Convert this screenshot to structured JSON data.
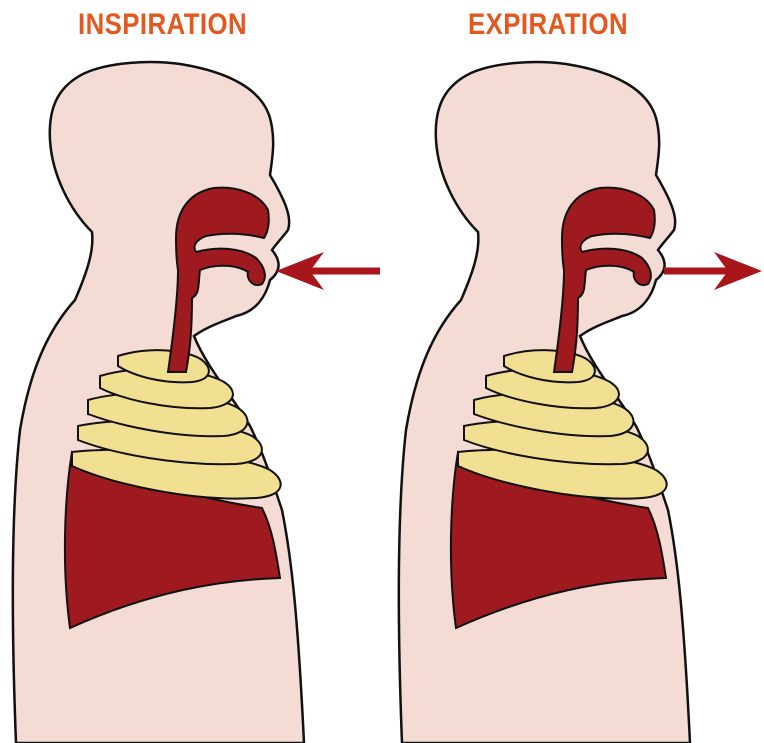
{
  "panels": {
    "inspiration": {
      "title": "INSPIRATION",
      "arrow_direction": "inward"
    },
    "expiration": {
      "title": "EXPIRATION",
      "arrow_direction": "outward"
    }
  },
  "colors": {
    "title": "#e4571e",
    "skin": "#f4dcd4",
    "airway": "#9e1a1f",
    "ribs": "#f1df92",
    "arrow": "#a8161c",
    "outline": "#111111"
  },
  "icons": [
    "human-torso-silhouette",
    "airway-lungs",
    "rib-cage",
    "airflow-arrow"
  ]
}
